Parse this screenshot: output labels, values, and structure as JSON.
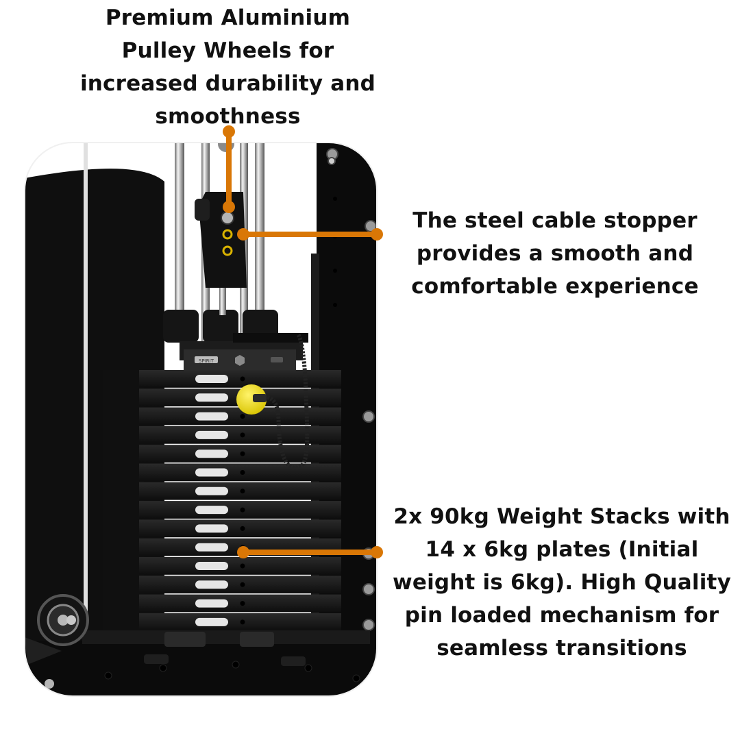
{
  "annotations": {
    "pulley_wheels": "Premium Aluminium Pulley Wheels for increased durability and smoothness",
    "cable_stopper": "The steel cable stopper provides a smooth and comfortable experience",
    "weight_stacks": "2x 90kg Weight Stacks with 14 x 6kg plates (Initial weight is 6kg). High Quality pin loaded mechanism for seamless transitions"
  },
  "product": {
    "stack_plate_count": 14,
    "plate_label_text": "SPIRIT",
    "top_plate_label": "SPIRIT"
  },
  "colors": {
    "callout": "#d97706",
    "frame": "#0b0b0b",
    "plates": "#141414",
    "selector_pin": "#f2e01c",
    "chrome": "#c9c9c9"
  }
}
